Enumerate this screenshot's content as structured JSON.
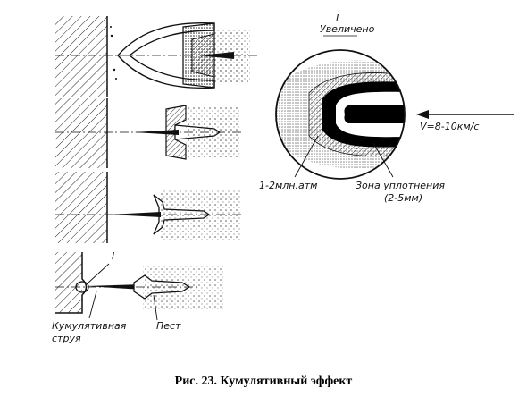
{
  "labels": {
    "inset_roman": "I",
    "inset_title": "Увеличено",
    "velocity": "V=8-10км/с",
    "pressure": "1-2млн.атм",
    "zone": "Зона уплотнения",
    "zone_size": "(2-5мм)",
    "roman_mark": "I",
    "jet_line1": "Кумулятивная",
    "jet_line2": "струя",
    "pestle": "Пест"
  },
  "caption": "Рис. 23. Кумулятивный эффект"
}
